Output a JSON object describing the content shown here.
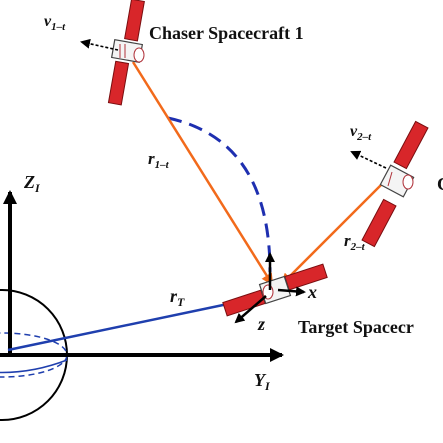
{
  "labels": {
    "chaser1": "Chaser Spacecraft 1",
    "chaser2_cut": "C",
    "target": "Target Spacecr",
    "v1": "v",
    "v1_sub": "1–t",
    "v2": "v",
    "v2_sub": "2–t",
    "r1": "r",
    "r1_sub": "1–t",
    "r2": "r",
    "r2_sub": "2–t",
    "rT": "r",
    "rT_sub": "T",
    "ZI": "Z",
    "ZI_sub": "I",
    "YI": "Y",
    "YI_sub": "I",
    "x": "x",
    "z": "z"
  },
  "colors": {
    "relative_vector": "#f26a1b",
    "target_vector": "#1f3fae",
    "arc": "#1e2fb0",
    "solar_panel": "#d8262a",
    "axes": "#000000"
  }
}
